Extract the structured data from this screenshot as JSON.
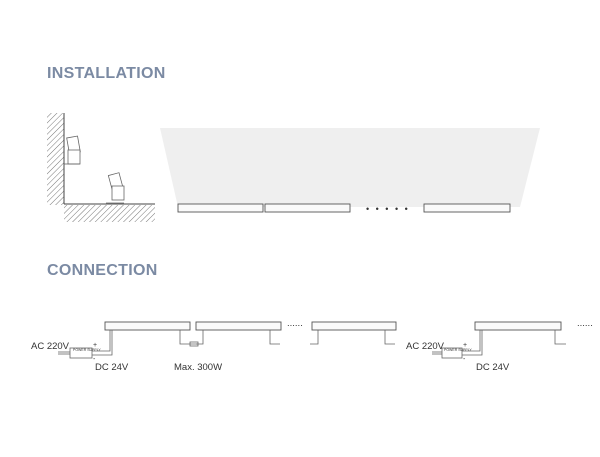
{
  "installation": {
    "title": "INSTALLATION"
  },
  "connection": {
    "title": "CONNECTION",
    "ac_label": "AC 220V",
    "dc_label": "DC 24V",
    "max_label": "Max. 300W",
    "ac_label_2": "AC 220V",
    "dc_label_2": "DC 24V",
    "power_supply_text": "POWER SUPPLY",
    "plus": "+",
    "minus": "-",
    "continuation": "......"
  },
  "colors": {
    "title": "#7b8aa3",
    "beam": "#eeeeee",
    "line": "#555555"
  }
}
